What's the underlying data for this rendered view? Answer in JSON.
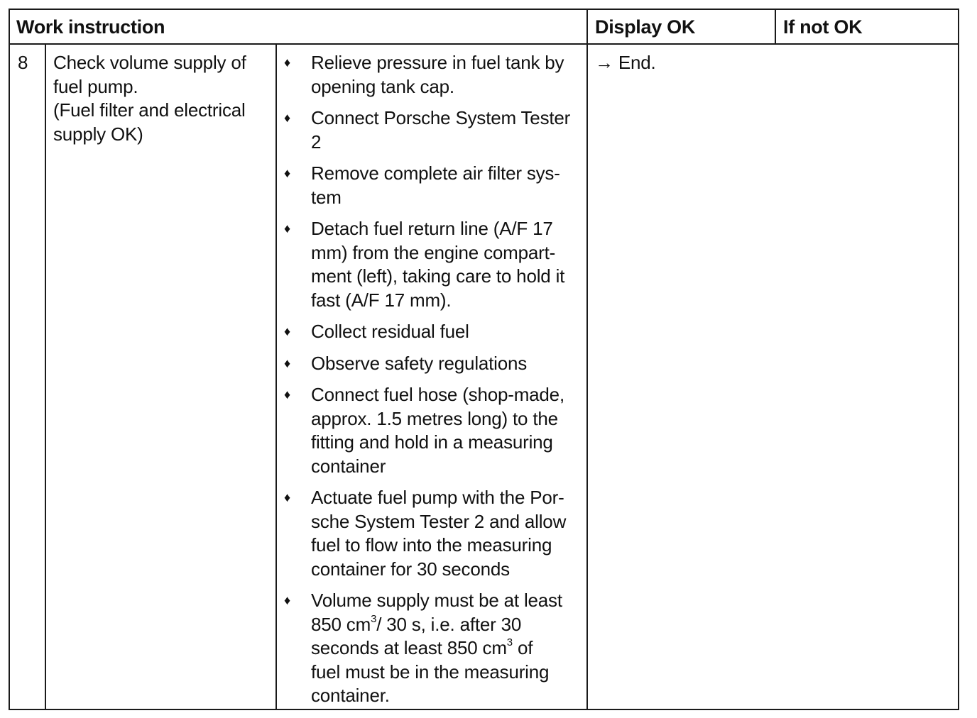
{
  "header": {
    "work_instruction": "Work instruction",
    "display_ok": "Display OK",
    "if_not_ok": "If not OK"
  },
  "step": {
    "number": "8",
    "check_lines": [
      "Check volume supply of",
      "fuel pump.",
      "(Fuel filter and electrical",
      "supply OK)"
    ],
    "items": [
      {
        "lines": [
          "Relieve pressure in fuel tank by",
          "opening tank cap."
        ]
      },
      {
        "lines": [
          "Connect Porsche System Tester",
          "2"
        ]
      },
      {
        "lines": [
          "Remove complete air filter sys-",
          "tem"
        ]
      },
      {
        "lines": [
          "Detach fuel return line (A/F 17",
          "mm) from the engine compart-",
          "ment (left), taking care to hold it",
          "fast (A/F 17 mm)."
        ]
      },
      {
        "lines": [
          "Collect residual fuel"
        ]
      },
      {
        "lines": [
          "Observe safety regulations"
        ]
      },
      {
        "lines": [
          "Connect fuel hose (shop-made,",
          "approx. 1.5 metres long) to the",
          "fitting and hold in a measuring",
          "container"
        ]
      },
      {
        "lines": [
          "Actuate fuel pump with the Por-",
          "sche System Tester 2 and allow",
          "fuel to flow into the measuring",
          "container for 30 seconds"
        ]
      },
      {
        "lines": [
          "Volume supply must be at least",
          "850 cm³/ 30 s, i.e. after 30",
          "seconds at least 850 cm³ of",
          "fuel must be in the measuring",
          "container."
        ]
      }
    ],
    "bullet_symbol": "♦",
    "display_ok_text": "→ End.",
    "if_not_ok_text": ""
  }
}
